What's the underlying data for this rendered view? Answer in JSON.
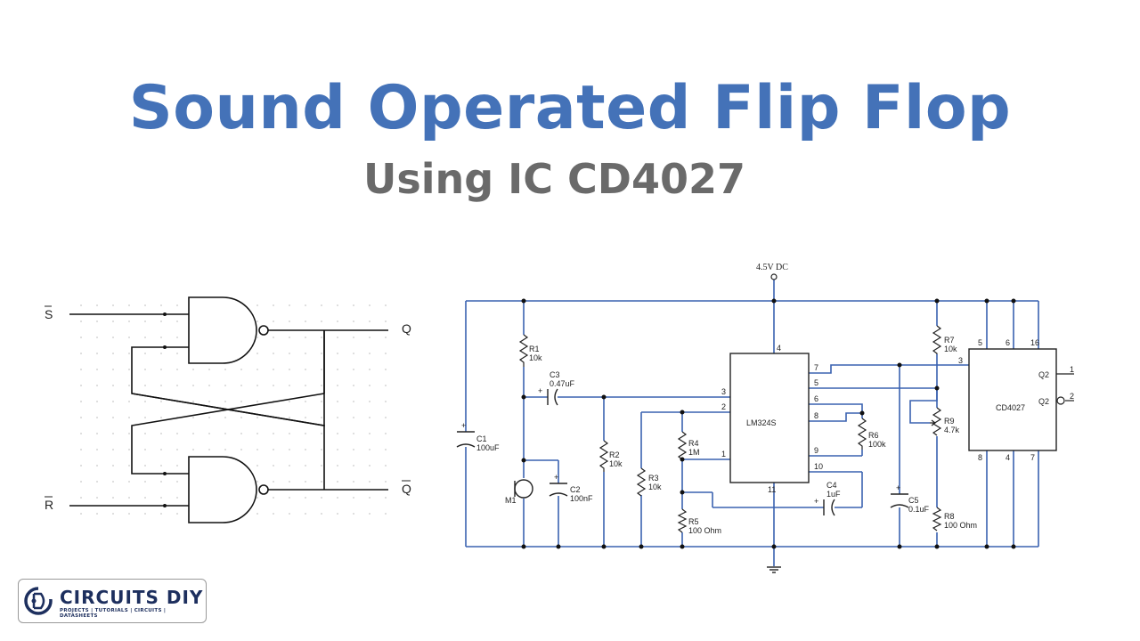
{
  "header": {
    "title": "Sound Operated Flip Flop",
    "subtitle": "Using IC CD4027"
  },
  "latch": {
    "s_label": "S",
    "r_label": "R",
    "q_label": "Q",
    "qbar_label": "Q"
  },
  "circuit": {
    "supply": "4.5V DC",
    "components": {
      "r1": {
        "ref": "R1",
        "value": "10k"
      },
      "r2": {
        "ref": "R2",
        "value": "10k"
      },
      "r3": {
        "ref": "R3",
        "value": "10k"
      },
      "r4": {
        "ref": "R4",
        "value": "1M"
      },
      "r5": {
        "ref": "R5",
        "value": "100 Ohm"
      },
      "r6": {
        "ref": "R6",
        "value": "100k"
      },
      "r7": {
        "ref": "R7",
        "value": "10k"
      },
      "r8": {
        "ref": "R8",
        "value": "100 Ohm"
      },
      "r9": {
        "ref": "R9",
        "value": "4.7k"
      },
      "c1": {
        "ref": "C1",
        "value": "100uF"
      },
      "c2": {
        "ref": "C2",
        "value": "100nF"
      },
      "c3": {
        "ref": "C3",
        "value": "0.47uF"
      },
      "c4": {
        "ref": "C4",
        "value": "1uF"
      },
      "c5": {
        "ref": "C5",
        "value": "0.1uF"
      },
      "m1": {
        "ref": "M1"
      }
    },
    "u1": {
      "name": "LM324S",
      "pins": {
        "p4": "4",
        "p11": "11",
        "p3": "3",
        "p2": "2",
        "p1": "1",
        "p7": "7",
        "p5": "5",
        "p6": "6",
        "p8": "8",
        "p9": "9",
        "p10": "10"
      }
    },
    "u2": {
      "name": "CD4027",
      "pins": {
        "p5": "5",
        "p6": "6",
        "p16": "16",
        "p3": "3",
        "p8": "8",
        "p4": "4",
        "p7": "7",
        "p1": "1",
        "p2": "2"
      },
      "q2": "Q2",
      "q2bar": "Q2"
    }
  },
  "logo": {
    "brand": "CIRCUITS DIY",
    "tagline": "PROJECTS | TUTORIALS | CIRCUITS | DATASHEETS"
  },
  "colors": {
    "title": "#4472b8",
    "subtitle": "#6a6a6a",
    "wire": "#3a62b0",
    "logo": "#1d2f5e"
  }
}
